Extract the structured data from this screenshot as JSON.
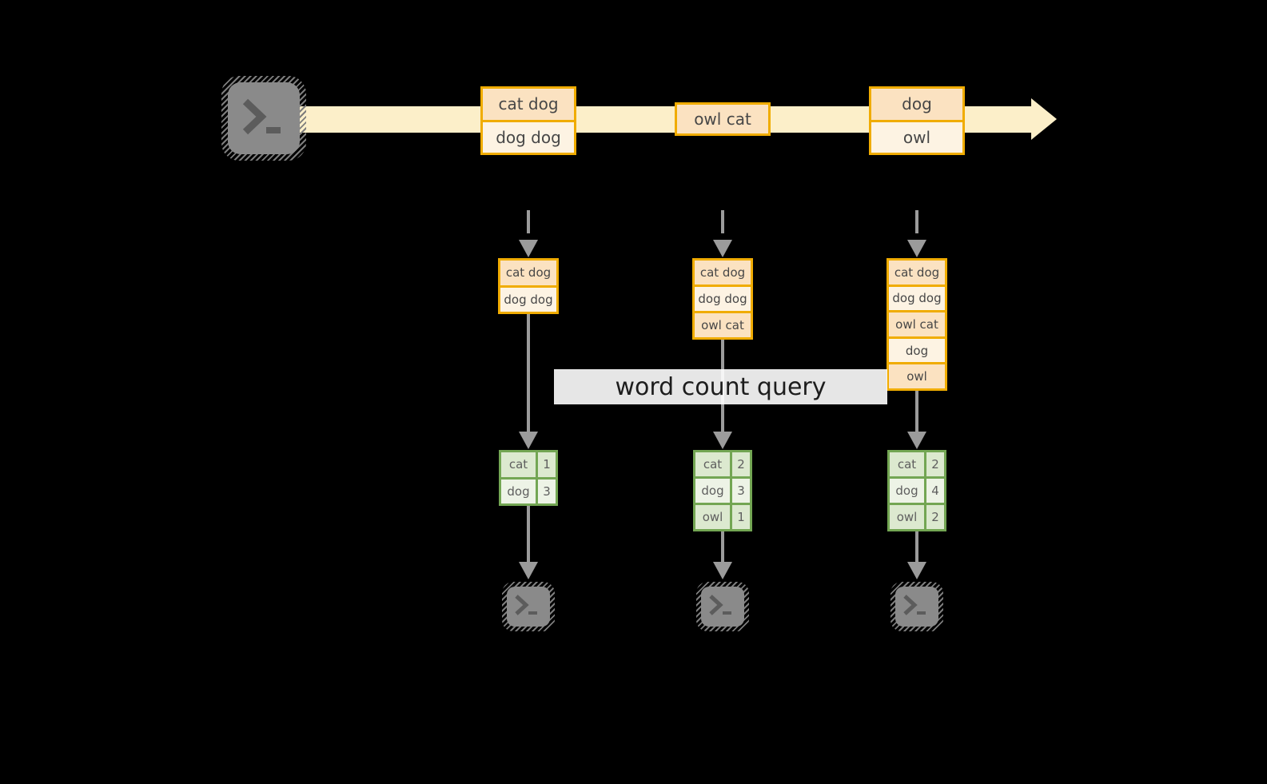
{
  "palette": {
    "background": "#000000",
    "stream_band": "#fcefc9",
    "message_fill_dark": "#fbe2c1",
    "message_fill_light": "#fdf3e3",
    "message_border": "#f0ac00",
    "table_border": "#73a653",
    "table_row_dark": "#dce9cf",
    "table_row_light": "#edf3e6",
    "arrow_gray": "#9b9b9b",
    "terminal_fill": "#8a8a8a",
    "terminal_glyph": "#5c5c5c"
  },
  "stream": {
    "producer_icon": "terminal-icon",
    "messages": [
      {
        "lines": [
          "cat dog",
          "dog dog"
        ]
      },
      {
        "lines": [
          "owl cat"
        ]
      },
      {
        "lines": [
          "dog",
          "owl"
        ]
      }
    ]
  },
  "query": {
    "label": "word count query"
  },
  "consumers": [
    {
      "received": [
        "cat dog",
        "dog dog"
      ],
      "word_counts": [
        {
          "word": "cat",
          "count": "1"
        },
        {
          "word": "dog",
          "count": "3"
        }
      ],
      "output_icon": "terminal-icon"
    },
    {
      "received": [
        "cat dog",
        "dog dog",
        "owl cat"
      ],
      "word_counts": [
        {
          "word": "cat",
          "count": "2"
        },
        {
          "word": "dog",
          "count": "3"
        },
        {
          "word": "owl",
          "count": "1"
        }
      ],
      "output_icon": "terminal-icon"
    },
    {
      "received": [
        "cat dog",
        "dog dog",
        "owl cat",
        "dog",
        "owl"
      ],
      "word_counts": [
        {
          "word": "cat",
          "count": "2"
        },
        {
          "word": "dog",
          "count": "4"
        },
        {
          "word": "owl",
          "count": "2"
        }
      ],
      "output_icon": "terminal-icon"
    }
  ]
}
